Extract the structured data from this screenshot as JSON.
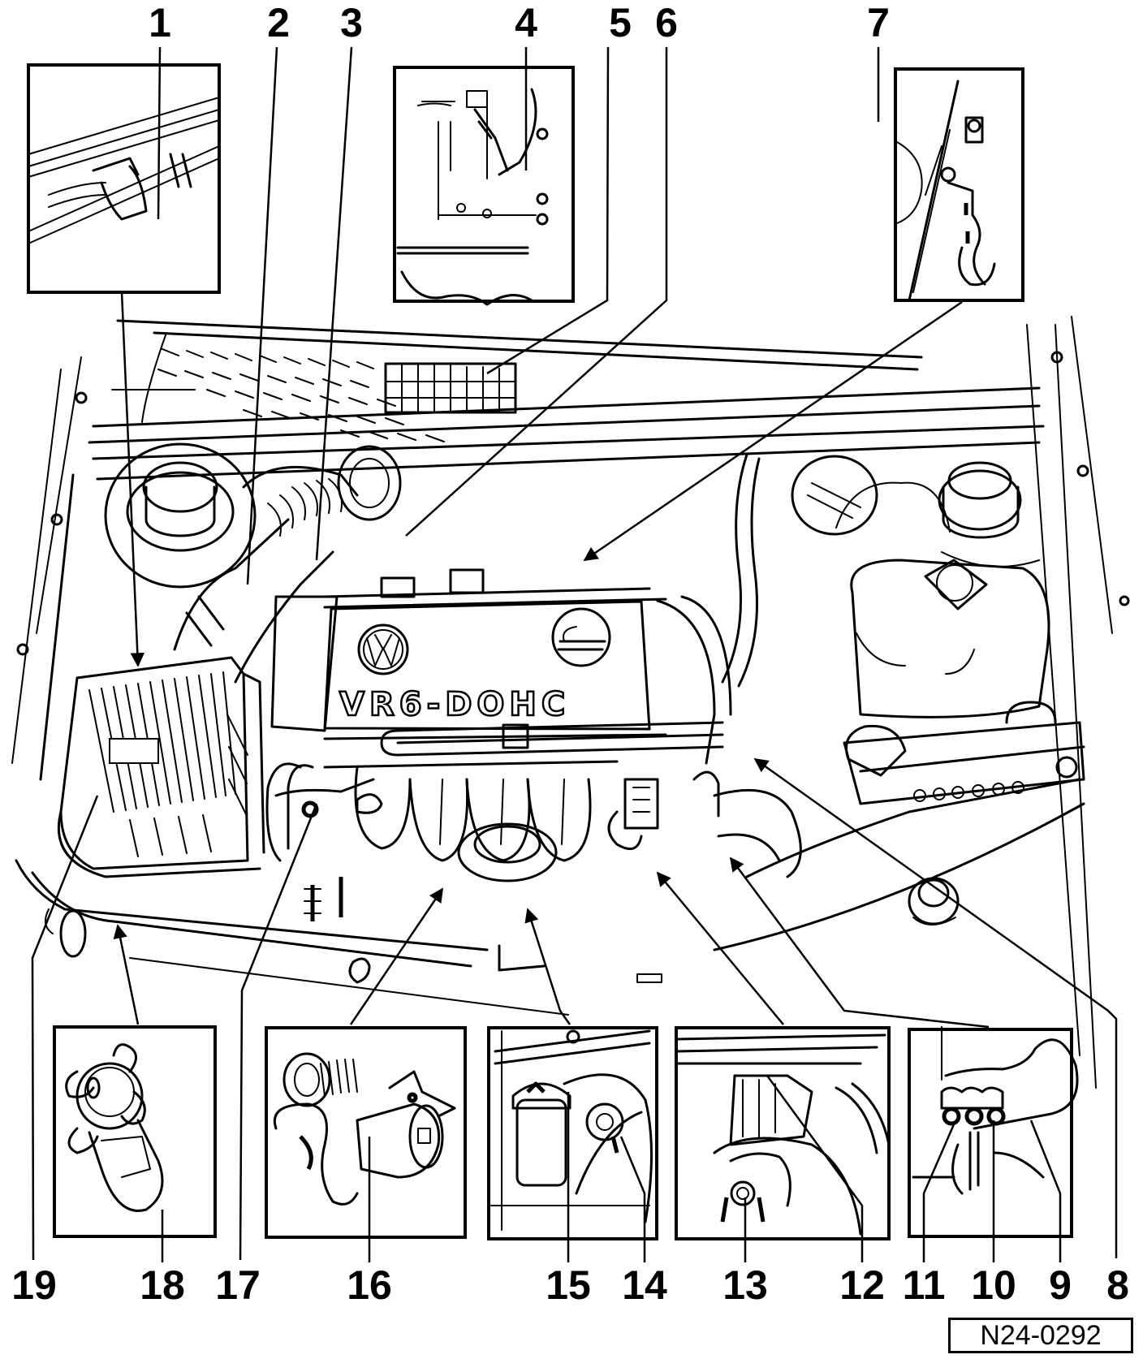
{
  "diagram": {
    "title": "Engine compartment component locations",
    "engine_cover_text": "VR6-DOHC",
    "reference_code": "N24-0292",
    "callouts_top": [
      "1",
      "2",
      "3",
      "4",
      "5",
      "6",
      "7"
    ],
    "callouts_bottom": [
      "19",
      "18",
      "17",
      "16",
      "15",
      "14",
      "13",
      "12",
      "11",
      "10",
      "9",
      "8"
    ],
    "insets": [
      {
        "id": "inset-1",
        "callout": "1"
      },
      {
        "id": "inset-4",
        "callout": "4"
      },
      {
        "id": "inset-7",
        "callout": "7"
      },
      {
        "id": "inset-18",
        "callout": "18"
      },
      {
        "id": "inset-16",
        "callout": "16"
      },
      {
        "id": "inset-15-14",
        "callout": "15, 14"
      },
      {
        "id": "inset-13-12",
        "callout": "13, 12"
      },
      {
        "id": "inset-11-10-9",
        "callout": "11, 10, 9"
      }
    ],
    "logos": [
      "vw-logo-icon",
      "oil-filler-cap-icon"
    ],
    "colors": {
      "line": "#000000",
      "background": "#ffffff"
    }
  }
}
